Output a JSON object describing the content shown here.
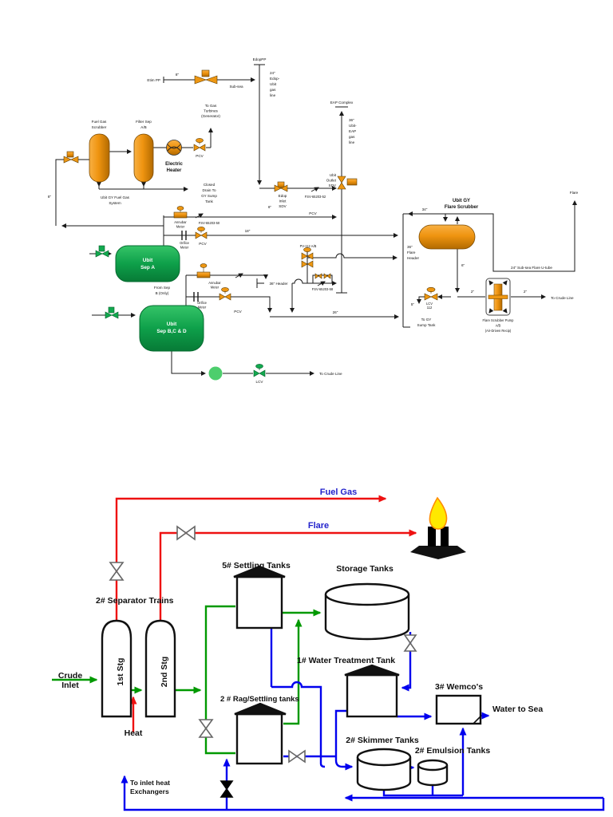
{
  "page": {
    "background": "#FFFFFF"
  },
  "colors": {
    "vessel_orange": "#EE9712",
    "vessel_orange_dark": "#8A5200",
    "separator_green": "#12A94F",
    "pipe_black": "#1A1A1A",
    "oil_green": "#009900",
    "water_blue": "#0000EE",
    "gas_red": "#EE1111",
    "label_blue": "#2222CC",
    "flame_yellow": "#FFE800",
    "flame_orange": "#FF8C00"
  },
  "diagram_top": {
    "labels": {
      "edop_pp": "EdopPP",
      "etim_pp": "Etim PP",
      "size_8_top": "8\"",
      "sub_sea": "Sub-sea",
      "edop_ubit_gas_line": [
        "24\"",
        "Edop-",
        "Ubit",
        "gas",
        "line"
      ],
      "eap_complex": "EAP Complex",
      "ubit_eap_gas_line": [
        "36\"",
        "Ubit-",
        "EAP",
        "gas",
        "line"
      ],
      "ubit_outlet_sdv": [
        "Ubit",
        "Outlet",
        "SDV"
      ],
      "fsv_52": "FSV-65203-52",
      "edop_inlet_sdv": [
        "Edop",
        "Inlet",
        "SDV"
      ],
      "size_6_inlet": "6\"",
      "fuel_gas_scrubber": [
        "Fuel Gas",
        "Scrubber"
      ],
      "filter_sep": [
        "Filter Sep",
        "A/B"
      ],
      "electric_heater": [
        "Electric",
        "Heater"
      ],
      "pcv": "PCV",
      "to_gas_turbines": [
        "To Gas",
        "Turbines",
        "(Generator)"
      ],
      "closed_drain": [
        "Closed",
        "Drain To",
        "GY Sump",
        "Tank"
      ],
      "fuel_gas_system": [
        "Ubit GY Fuel Gas",
        "System"
      ],
      "size_8_left": "8\"",
      "annubar_meter": [
        "Annubar",
        "Meter"
      ],
      "fsv_50": "FSV-65203-50",
      "orifice_meter": [
        "Orifice",
        "Meter"
      ],
      "size_18": "18\"",
      "ubit_sep_a": [
        "Ubit",
        "Sep A"
      ],
      "from_sep_b": [
        "From Sep",
        "B (Only)"
      ],
      "ubit_sep_bcd": [
        "Ubit",
        "Sep B,C & D"
      ],
      "header_36": "36\" Header",
      "pv_112": "PV-112 A/B",
      "fsv_58": "FSV-65203-58",
      "size_26": "26\"",
      "flare_header": [
        "36\"",
        "Flare",
        "Header"
      ],
      "size_34": "34\"",
      "flare_scrubber_title": [
        "Ubit GY",
        "Flare Scrubber"
      ],
      "flare": "Flare",
      "subsea_utube": "24\" Sub-sea Flare U-tube",
      "size_6_drain": "6\"",
      "lcv_112": [
        "LCV",
        "112"
      ],
      "size_5": "5\"",
      "to_gy_sump": [
        "To GY",
        "Sump Tank"
      ],
      "size_2": "2\"",
      "pump_label": [
        "Flare Scrubber Pump",
        "A/B",
        "(Air-Driven Recip)"
      ],
      "to_crude_line": "To Crude Line",
      "lcv": "LCV",
      "to_crude_line2": "To Crude Line"
    }
  },
  "diagram_bottom": {
    "labels": {
      "fuel_gas": "Fuel Gas",
      "flare": "Flare",
      "separator_trains": "2# Separator Trains",
      "stg_1": "1st Stg",
      "stg_2": "2nd Stg",
      "crude_inlet": [
        "Crude",
        "Inlet"
      ],
      "heat": "Heat",
      "settling_tanks": "5# Settling Tanks",
      "storage_tanks": "Storage Tanks",
      "rag_tanks": "2 # Rag/Settling tanks",
      "water_treatment": "1# Water Treatment Tank",
      "wemcos": "3# Wemco's",
      "water_to_sea": "Water to Sea",
      "skimmer_tanks": "2# Skimmer Tanks",
      "emulsion_tanks": "2# Emulsion Tanks",
      "to_inlet_heat": [
        "To inlet heat",
        "Exchangers"
      ]
    }
  }
}
